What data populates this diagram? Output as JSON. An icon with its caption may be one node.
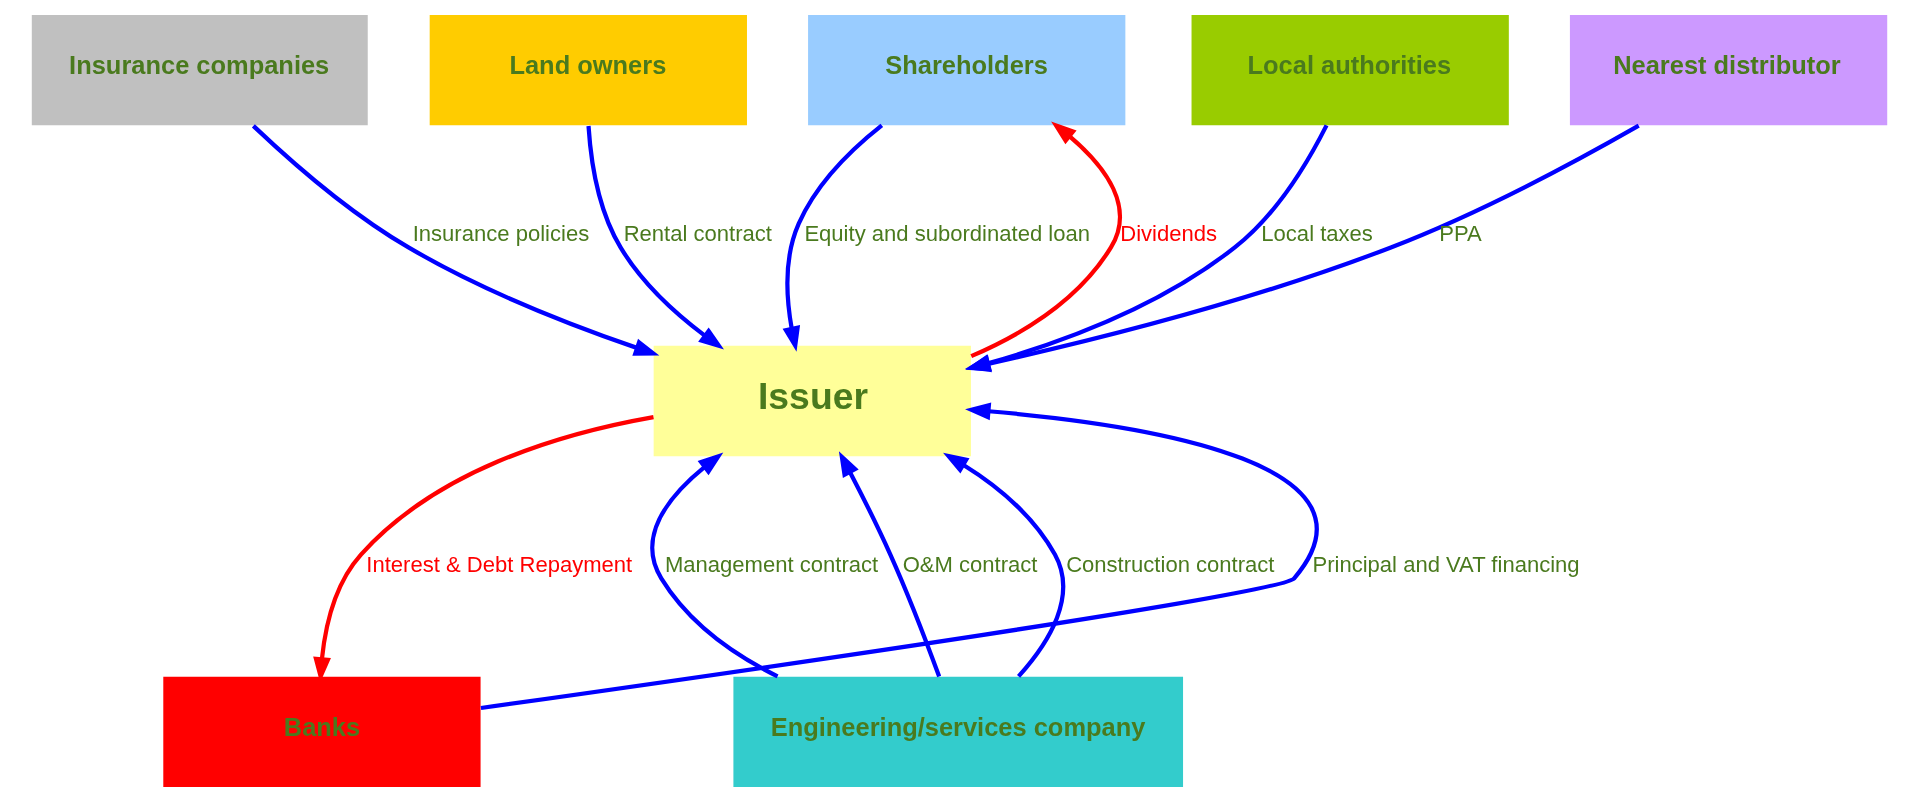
{
  "diagram": {
    "nodes": [
      {
        "text": [
          "Shareholders"
        ]
      },
      {
        "text": [
          "Insurance companies"
        ]
      },
      {
        "text": [
          "Land owners"
        ]
      },
      {
        "text": [
          "Local authorities"
        ]
      },
      {
        "text": [
          "Issuer"
        ]
      },
      {
        "text": [
          "Engineering/services company"
        ]
      },
      {
        "text": [
          "Nearest distributor"
        ]
      },
      {
        "text": [
          "Banks"
        ]
      }
    ],
    "edges": [
      {
        "from": 4,
        "to": 0,
        "arrow": "to",
        "label": "Dividends",
        "color": "#ff0000"
      },
      {
        "from": 0,
        "to": 4,
        "arrow": "to",
        "label": "Equity and subordinated loan"
      },
      {
        "from": 1,
        "to": 4,
        "arrow": "to",
        "label": "Insurance policies"
      },
      {
        "from": 5,
        "to": 4,
        "arrow": "to",
        "label": "Management contract"
      },
      {
        "from": 2,
        "to": 4,
        "arrow": "to",
        "label": "Rental contract"
      },
      {
        "from": 5,
        "to": 4,
        "arrow": "to",
        "label": "O&M contract"
      },
      {
        "from": 3,
        "to": 4,
        "arrow": "to",
        "label": "Local taxes"
      },
      {
        "from": 5,
        "to": 4,
        "arrow": "to",
        "label": "Construction contract"
      },
      {
        "from": 6,
        "to": 4,
        "arrow": "to",
        "label": "PPA"
      },
      {
        "from": 4,
        "to": 7,
        "arrow": "to",
        "label": "Interest & Debt Repayment",
        "color": "#ff0000"
      },
      {
        "from": 7,
        "to": 4,
        "arrow": "to",
        "label": "Principal and VAT financing"
      }
    ]
  }
}
